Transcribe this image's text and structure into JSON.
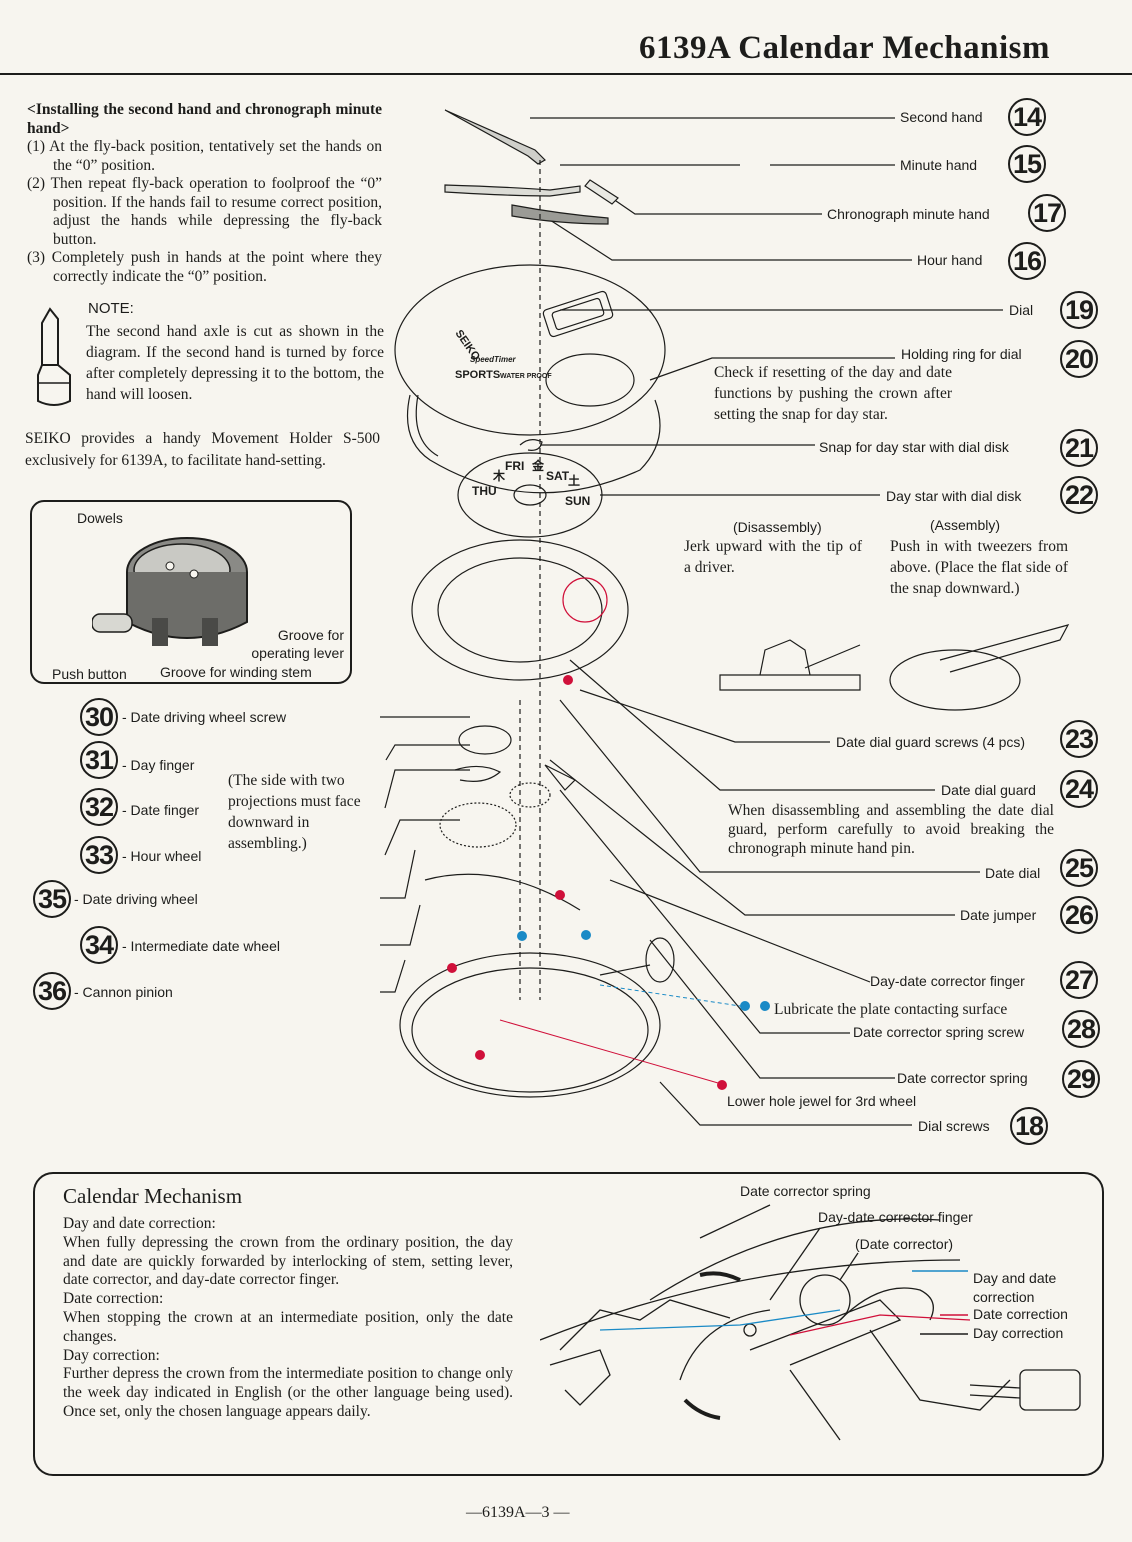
{
  "page_title": "6139A Calendar Mechanism",
  "install": {
    "heading": "<Installing the second hand and chronograph minute hand>",
    "steps": [
      "(1) At the fly-back position, tentatively set the hands on the “0” position.",
      "(2) Then repeat fly-back operation to foolproof the “0” position. If the hands fail to resume correct position, adjust the hands while depressing the fly-back button.",
      "(3) Completely push in hands at the point where they correctly indicate the “0” position."
    ]
  },
  "note": {
    "label": "NOTE:",
    "text": "The second hand axle is cut as shown in the diagram. If the second hand is turned by force after completely depressing it to the bottom, the hand will loosen."
  },
  "holder_text": "SEIKO provides a handy Movement Holder S-500 exclusively for 6139A, to facilitate hand-setting.",
  "holder_labels": {
    "dowels": "Dowels",
    "groove_lever": "Groove for operating lever",
    "push_button": "Push button",
    "groove_stem": "Groove for winding stem"
  },
  "parts_right": [
    {
      "num": "14",
      "label": "Second hand"
    },
    {
      "num": "15",
      "label": "Minute hand"
    },
    {
      "num": "17",
      "label": "Chronograph minute hand"
    },
    {
      "num": "16",
      "label": "Hour hand"
    },
    {
      "num": "19",
      "label": "Dial"
    },
    {
      "num": "20",
      "label": "Holding ring for dial"
    },
    {
      "num": "21",
      "label": "Snap for day star with dial disk"
    },
    {
      "num": "22",
      "label": "Day star with dial disk"
    },
    {
      "num": "23",
      "label": "Date dial guard screws (4 pcs)"
    },
    {
      "num": "24",
      "label": "Date dial guard"
    },
    {
      "num": "25",
      "label": "Date dial"
    },
    {
      "num": "26",
      "label": "Date jumper"
    },
    {
      "num": "27",
      "label": "Day-date corrector finger"
    },
    {
      "num": "28",
      "label": "Date corrector spring screw"
    },
    {
      "num": "29",
      "label": "Date corrector spring"
    },
    {
      "num": "18",
      "label": "Dial screws"
    }
  ],
  "parts_left": [
    {
      "num": "30",
      "label": "- Date driving wheel screw"
    },
    {
      "num": "31",
      "label": "- Day finger"
    },
    {
      "num": "32",
      "label": "- Date finger"
    },
    {
      "num": "33",
      "label": "- Hour wheel"
    },
    {
      "num": "35",
      "label": "- Date driving wheel"
    },
    {
      "num": "34",
      "label": "- Intermediate date wheel"
    },
    {
      "num": "36",
      "label": "- Cannon pinion"
    }
  ],
  "side_note": "(The side with two projections must face downward in assembling.)",
  "check_note": "Check if resetting of the day and date functions by pushing the crown after setting the snap for day star.",
  "disassembly": {
    "title": "(Disassembly)",
    "text": "Jerk upward with the tip of a driver."
  },
  "assembly": {
    "title": "(Assembly)",
    "text": "Push in with tweezers from above. (Place the flat side of the snap downward.)"
  },
  "guard_note": "When disassembling and assembling the date dial guard, perform carefully to avoid breaking the chronograph minute hand pin.",
  "lubricate": "Lubricate the plate contacting surface",
  "lower_jewel": "Lower hole jewel for 3rd wheel",
  "dial_text": {
    "brand": "SEIKO",
    "model": "SpeedTimer",
    "sports": "SPORTS",
    "water": "WATER PROOF"
  },
  "day_ring": [
    "THU",
    "木",
    "FRI",
    "金",
    "SAT",
    "土",
    "SUN"
  ],
  "calendar": {
    "title": "Calendar Mechanism",
    "paragraphs": [
      "Day and date correction:",
      "When fully depressing the crown from the ordinary position, the day and date are quickly forwarded by interlocking of stem, setting lever, date corrector, and day-date corrector finger.",
      "Date correction:",
      "When stopping the crown at an intermediate position, only the date changes.",
      "Day correction:",
      "Further depress the crown from the intermediate position to change only the week day indicated in English (or the other language being used). Once set, only the chosen language appears daily."
    ],
    "diagram_labels": {
      "spring": "Date corrector spring",
      "finger": "Day-date corrector finger",
      "corrector": "(Date corrector)"
    },
    "legend": [
      "Day and date correction",
      "Date correction",
      "Day correction"
    ],
    "legend_colors": [
      "#1a8ac6",
      "#d0103a",
      "#1d1d1b"
    ]
  },
  "footer": "—6139A—3 —"
}
